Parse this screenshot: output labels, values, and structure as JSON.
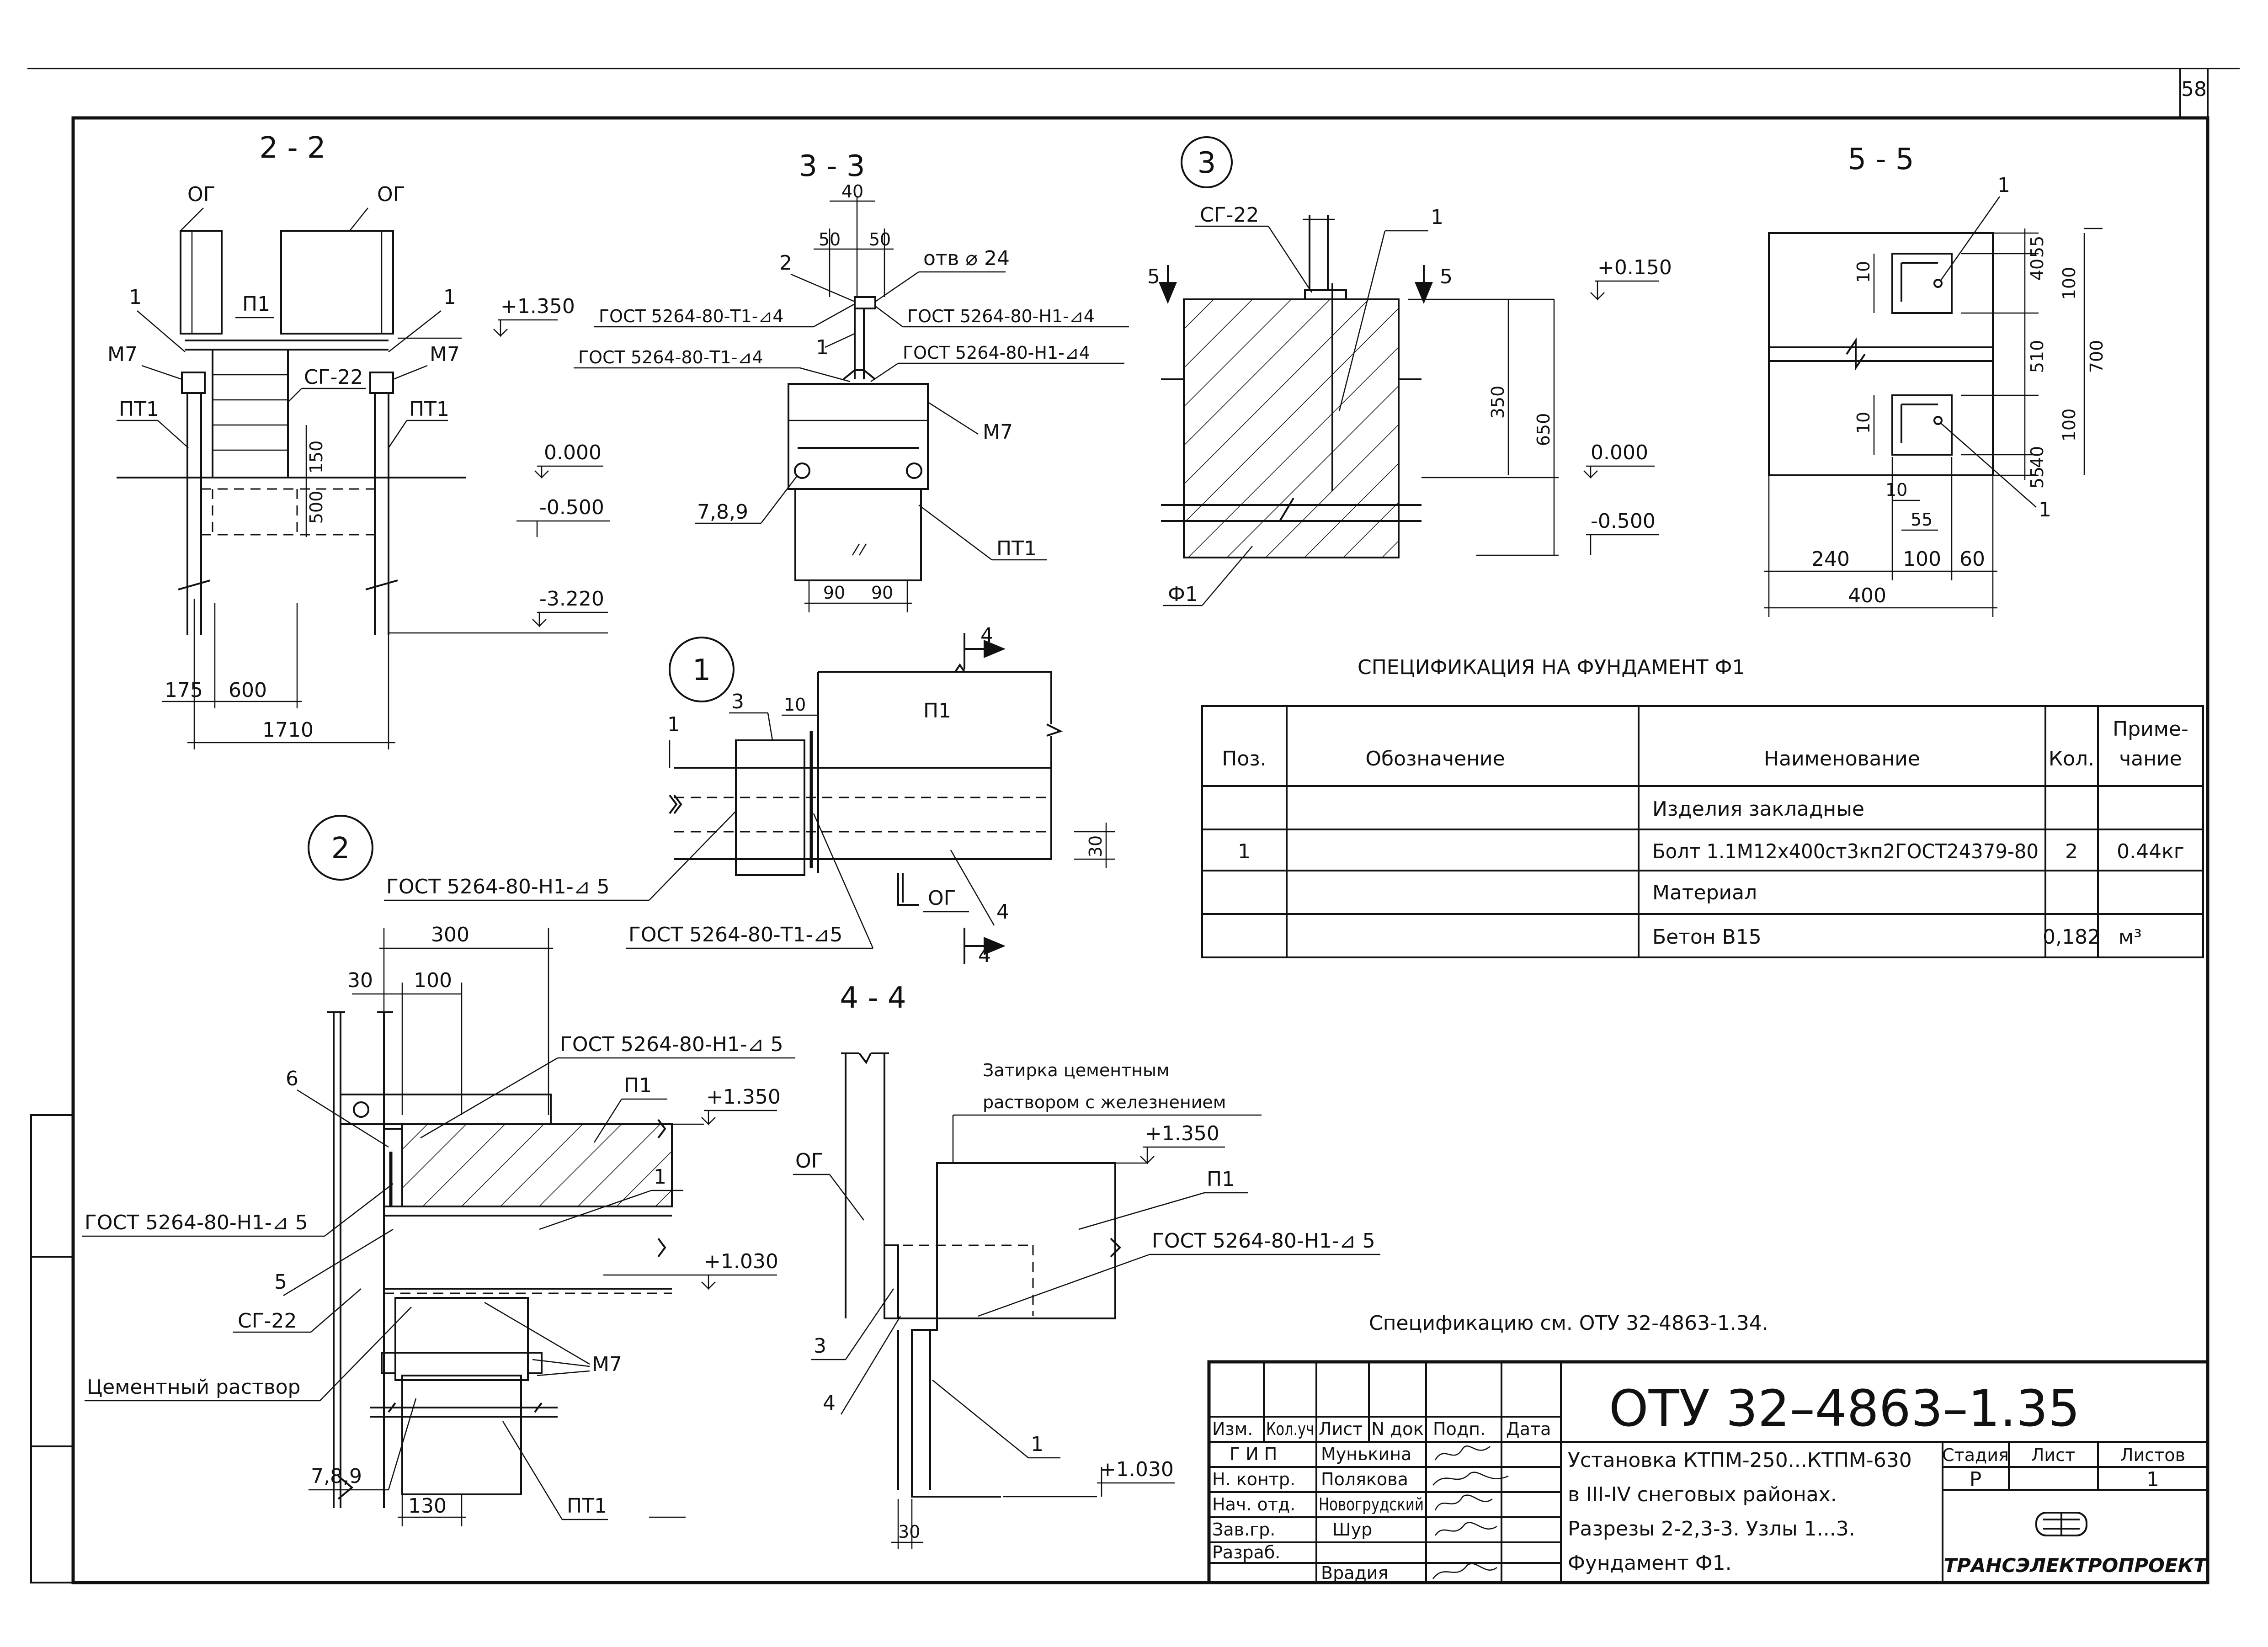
{
  "page_number": "58",
  "views": {
    "s22": {
      "title": "2 - 2",
      "og1": "ОГ",
      "og2": "ОГ",
      "p1": "П1",
      "n1a": "1",
      "n1b": "1",
      "m7a": "М7",
      "m7b": "М7",
      "pt1a": "ПТ1",
      "pt1b": "ПТ1",
      "sg22": "СГ-22",
      "d150": "150",
      "d500": "500",
      "d175": "175",
      "d600": "600",
      "d1710": "1710",
      "el1": "+1.350",
      "el2": "0.000",
      "el3": "-0.500",
      "el4": "-3.220"
    },
    "s33": {
      "title": "3 - 3",
      "d40": "40",
      "d50a": "50",
      "d50b": "50",
      "hole": "отв ⌀ 24",
      "n2": "2",
      "n1": "1",
      "w1": "ГОСТ 5264-80-Т1-⊿4",
      "w2": "ГОСТ 5264-80-Н1-⊿4",
      "w3": "ГОСТ 5264-80-Т1-⊿4",
      "w4": "ГОСТ 5264-80-Н1-⊿4",
      "m7": "М7",
      "n789": "7,8,9",
      "pt1": "ПТ1",
      "d90a": "90",
      "d90b": "90"
    },
    "node3": {
      "num": "3",
      "sg22": "СГ-22",
      "n1": "1",
      "s5a": "5",
      "s5b": "5",
      "el1": "+0.150",
      "el2": "0.000",
      "el3": "-0.500",
      "d350": "350",
      "d650": "650",
      "f1": "Ф1"
    },
    "s55": {
      "title": "5 - 5",
      "n1a": "1",
      "n1b": "1",
      "d10a": "10",
      "d10b": "10",
      "d55a": "55",
      "d40a": "40",
      "d100a": "100",
      "d510": "510",
      "d700": "700",
      "d100b": "100",
      "d40b": "40",
      "d55b": "55",
      "d10c": "10",
      "d55c": "55",
      "d240": "240",
      "d100c": "100",
      "d60": "60",
      "d400": "400"
    },
    "node1": {
      "num": "1",
      "d4a": "4",
      "d4b": "4",
      "n3": "3",
      "d10": "10",
      "p1": "П1",
      "n1": "1",
      "d30": "30",
      "og": "ОГ",
      "n4": "4",
      "w1": "ГОСТ 5264-80-Н1-⊿ 5",
      "w2": "ГОСТ 5264-80-Т1-⊿5"
    },
    "node2": {
      "num": "2",
      "d300": "300",
      "d30": "30",
      "d100": "100",
      "w1": "ГОСТ 5264-80-Н1-⊿ 5",
      "w2": "ГОСТ 5264-80-Н1-⊿ 5",
      "n6": "6",
      "p1": "П1",
      "el1": "+1.350",
      "n1": "1",
      "el2": "+1.030",
      "n5": "5",
      "sg22": "СГ-22",
      "cement": "Цементный раствор",
      "m7": "М7",
      "n789": "7,8,9",
      "d130": "130",
      "pt1": "ПТ1"
    },
    "s44": {
      "title": "4 - 4",
      "note1": "Затирка цементным",
      "note2": "раствором с железнением",
      "el1": "+1.350",
      "og": "ОГ",
      "p1": "П1",
      "w1": "ГОСТ 5264-80-Н1-⊿ 5",
      "n3": "3",
      "n4": "4",
      "n1": "1",
      "el2": "+1.030",
      "d30": "30"
    }
  },
  "spec": {
    "title": "СПЕЦИФИКАЦИЯ НА ФУНДАМЕНТ Ф1",
    "headers": [
      "Поз.",
      "Обозначение",
      "Наименование",
      "Кол.",
      "Приме-",
      "чание"
    ],
    "rows": [
      {
        "pos": "",
        "code": "",
        "name": "Изделия закладные",
        "qty": "",
        "note": ""
      },
      {
        "pos": "1",
        "code": "",
        "name": "Болт 1.1М12х400ст3кп2ГОСТ24379-80",
        "qty": "2",
        "note": "0.44кг"
      },
      {
        "pos": "",
        "code": "",
        "name": "Материал",
        "qty": "",
        "note": ""
      },
      {
        "pos": "",
        "code": "",
        "name": "Бетон В15",
        "qty": "0,182",
        "note": "м³"
      }
    ],
    "footnote": "Спецификацию см. ОТУ 32-4863-1.34."
  },
  "stamp": {
    "code": "ОТУ 32–4863–1.35",
    "head": [
      "Изм.",
      "Кол.уч",
      "Лист",
      "N док",
      "Подп.",
      "Дата"
    ],
    "roles": [
      {
        "role": "Г И П",
        "name": "Мунькина"
      },
      {
        "role": "Н. контр.",
        "name": "Полякова"
      },
      {
        "role": "Нач. отд.",
        "name": "Новогрудский"
      },
      {
        "role": "Зав.гр.",
        "name": "Шур"
      },
      {
        "role": "Разраб.",
        "name": "Врадия"
      }
    ],
    "desc": [
      "Установка КТПМ-250...КТПМ-630",
      "в III-IV снеговых районах.",
      "Разрезы 2-2,3-3. Узлы 1...3.",
      "Фундамент Ф1."
    ],
    "stage_h": "Стадия",
    "sheet_h": "Лист",
    "sheets_h": "Листов",
    "stage": "Р",
    "sheet": "",
    "sheets": "1",
    "org": "ТРАНСЭЛЕКТРОПРОЕКТ"
  }
}
